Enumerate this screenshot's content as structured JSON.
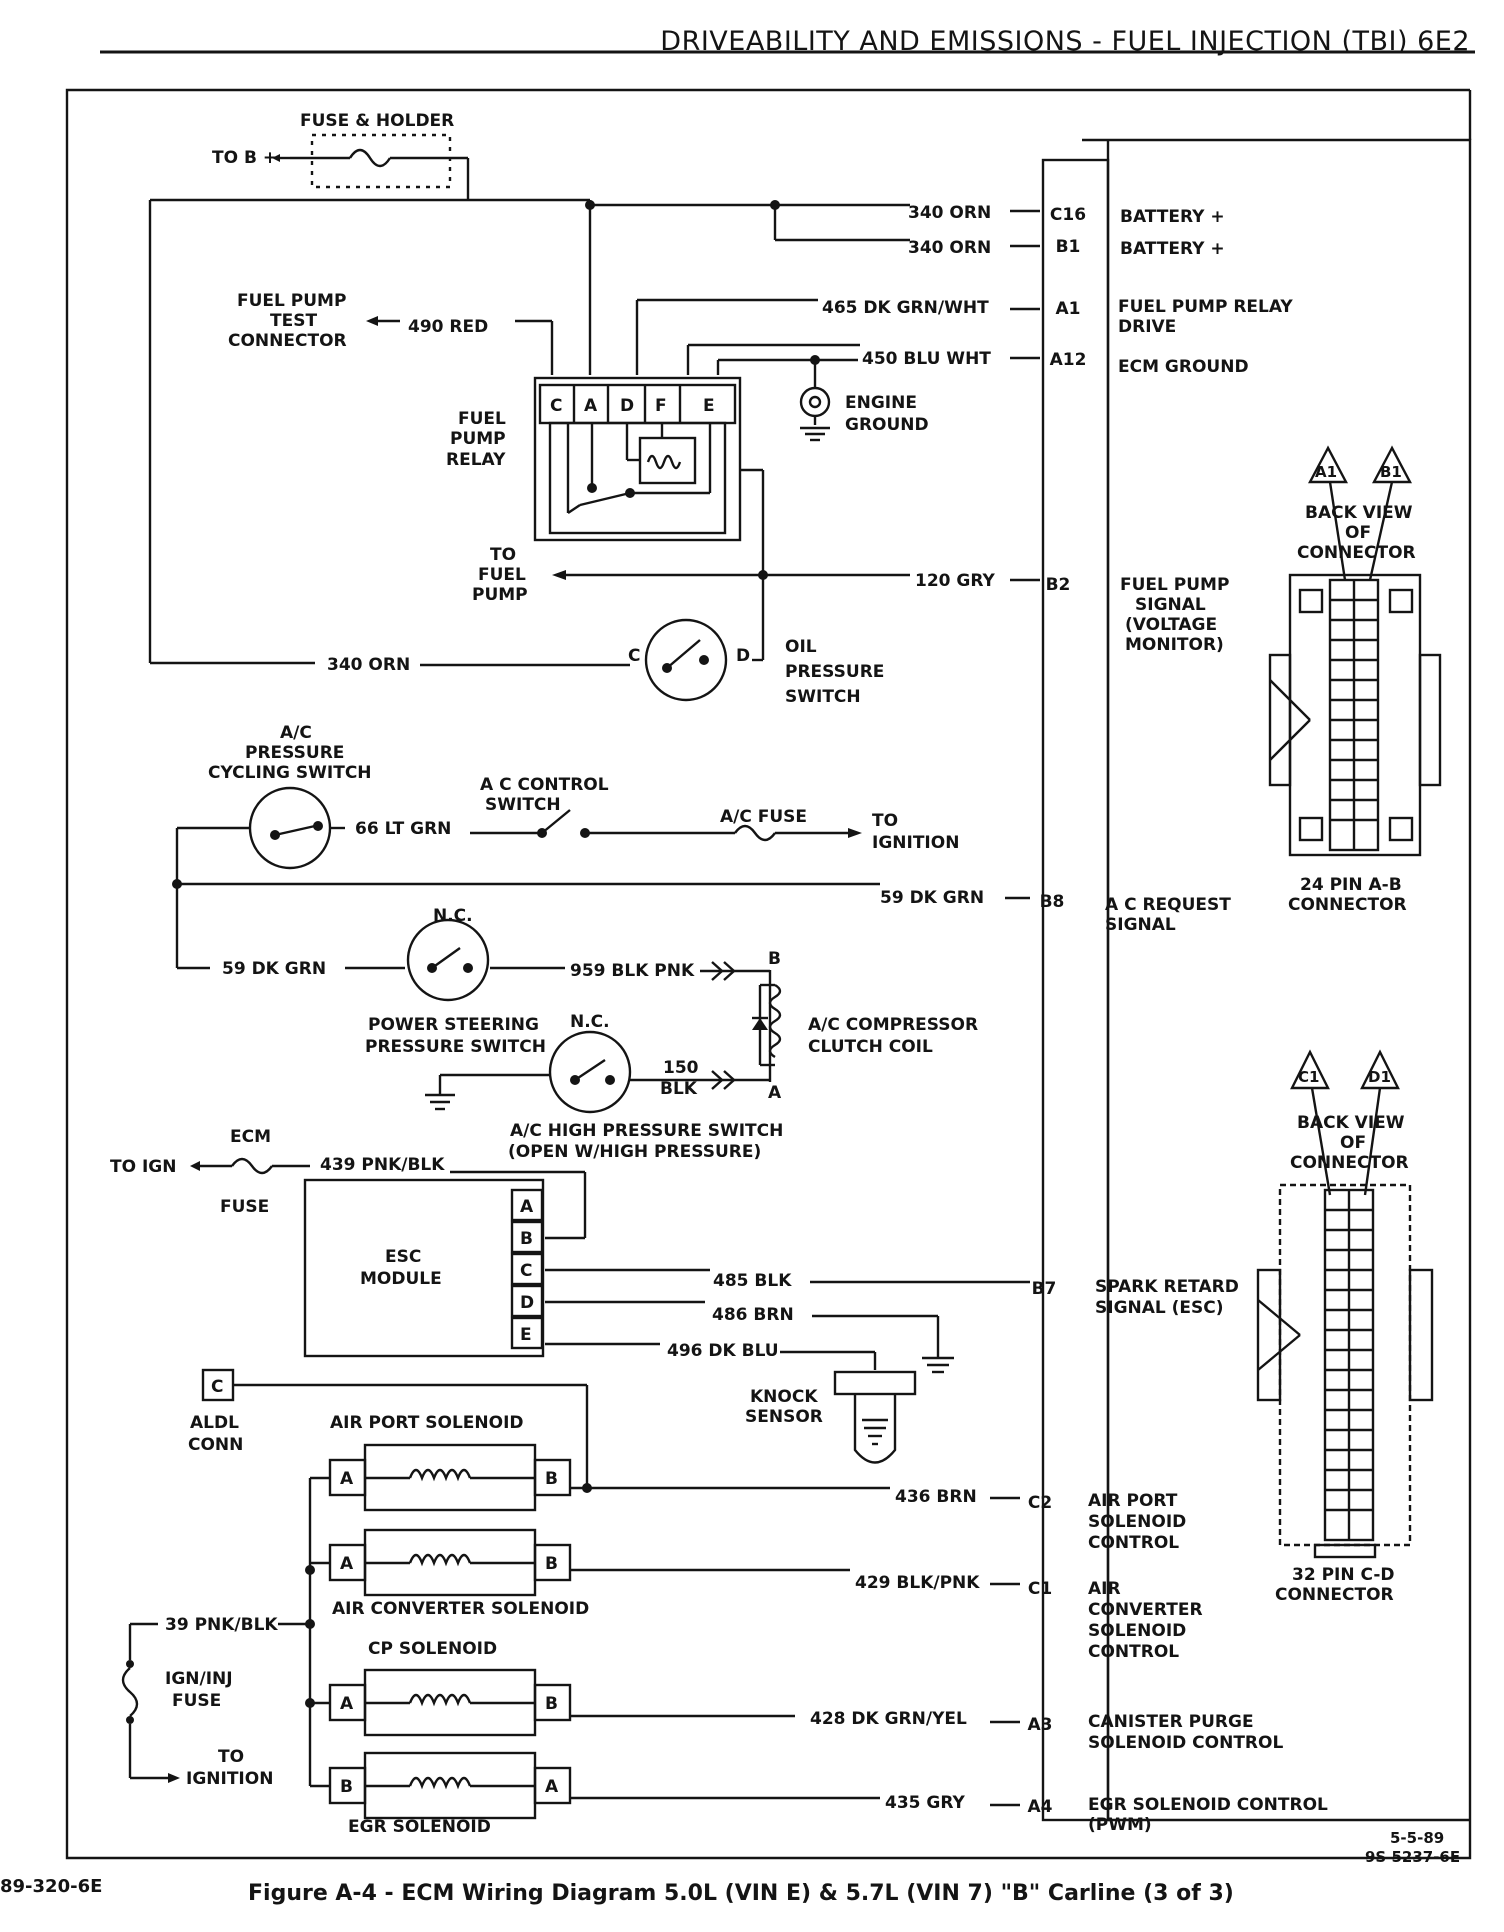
{
  "header": {
    "title": "DRIVEABILITY AND EMISSIONS - FUEL INJECTION (TBI) 6E2"
  },
  "caption": {
    "left": "89-320-6E",
    "title": "Figure A-4 - ECM Wiring Diagram 5.0L (VIN E) & 5.7L (VIN 7) \"B\" Carline (3 of 3)"
  },
  "stamp": {
    "date": "5-5-89",
    "code": "9S 5237-6E"
  },
  "fuse_holder": {
    "title": "FUSE & HOLDER",
    "to_b": "TO B +"
  },
  "wires": {
    "w340a": "340 ORN",
    "w340b": "340 ORN",
    "w465": "465 DK GRN/WHT",
    "w450": "450 BLU WHT",
    "w490": "490 RED",
    "w120": "120 GRY",
    "w340c": "340 ORN",
    "w66": "66 LT GRN",
    "w59a": "59 DK GRN",
    "w59b": "59 DK GRN",
    "w959": "959 BLK PNK",
    "w150a": "150",
    "w150b": "BLK",
    "w439": "439 PNK/BLK",
    "w485": "485 BLK",
    "w486": "486 BRN",
    "w496": "496 DK BLU",
    "w436": "436 BRN",
    "w429": "429 BLK/PNK",
    "w39": "39 PNK/BLK",
    "w428": "428 DK GRN/YEL",
    "w435": "435 GRY"
  },
  "ecm_pins": {
    "c16": "C16",
    "b1": "B1",
    "a1": "A1",
    "a12": "A12",
    "b2": "B2",
    "b8": "B8",
    "b7": "B7",
    "c2": "C2",
    "c1": "C1",
    "a3": "A3",
    "a4": "A4"
  },
  "ecm_signals": {
    "battery1": "BATTERY +",
    "battery2": "BATTERY +",
    "fp_relay": [
      "FUEL PUMP RELAY",
      "DRIVE"
    ],
    "ecm_ground": "ECM GROUND",
    "fp_signal": [
      "FUEL PUMP",
      "SIGNAL",
      "(VOLTAGE",
      "MONITOR)"
    ],
    "ac_request": [
      "A C REQUEST",
      "SIGNAL"
    ],
    "spark_retard": [
      "SPARK RETARD",
      "SIGNAL (ESC)"
    ],
    "air_port": [
      "AIR PORT",
      "SOLENOID",
      "CONTROL"
    ],
    "air_conv": [
      "AIR",
      "CONVERTER",
      "SOLENOID",
      "CONTROL"
    ],
    "canister": [
      "CANISTER PURGE",
      "SOLENOID CONTROL"
    ],
    "egr": [
      "EGR SOLENOID CONTROL",
      "(PWM)"
    ]
  },
  "components": {
    "fp_test": [
      "FUEL PUMP",
      "TEST",
      "CONNECTOR"
    ],
    "fp_relay": [
      "FUEL",
      "PUMP",
      "RELAY"
    ],
    "relay_pins": [
      "C",
      "A",
      "D",
      "F",
      "E"
    ],
    "engine_ground": [
      "ENGINE",
      "GROUND"
    ],
    "to_fuel_pump": [
      "TO",
      "FUEL",
      "PUMP"
    ],
    "oil_switch": [
      "OIL",
      "PRESSURE",
      "SWITCH"
    ],
    "oil_c": "C",
    "oil_d": "D",
    "ac_cycling": [
      "A/C",
      "PRESSURE",
      "CYCLING SWITCH"
    ],
    "ac_control": [
      "A C CONTROL",
      "SWITCH"
    ],
    "ac_fuse": "A/C FUSE",
    "to_ignition1": [
      "TO",
      "IGNITION"
    ],
    "nc1": "N.C.",
    "nc2": "N.C.",
    "ps_switch": [
      "POWER STEERING",
      "PRESSURE SWITCH"
    ],
    "compressor": [
      "A/C COMPRESSOR",
      "CLUTCH COIL"
    ],
    "comp_b": "B",
    "comp_a": "A",
    "ac_high": [
      "A/C HIGH PRESSURE SWITCH",
      "(OPEN W/HIGH PRESSURE)"
    ],
    "ecm_fuse_top": "ECM",
    "ecm_fuse_bot": "FUSE",
    "to_ign": "TO IGN",
    "esc_module": [
      "ESC",
      "MODULE"
    ],
    "esc_pins": [
      "A",
      "B",
      "C",
      "D",
      "E"
    ],
    "knock_sensor": [
      "KNOCK",
      "SENSOR"
    ],
    "aldl_pin": "C",
    "aldl": [
      "ALDL",
      "CONN"
    ],
    "air_port_sol": "AIR PORT SOLENOID",
    "air_conv_sol": "AIR CONVERTER SOLENOID",
    "cp_sol": "CP SOLENOID",
    "egr_sol": "EGR SOLENOID",
    "sol_a": "A",
    "sol_b": "B",
    "ign_inj_fuse": [
      "IGN/INJ",
      "FUSE"
    ],
    "to_ignition2": [
      "TO",
      "IGNITION"
    ]
  },
  "connectors": {
    "top": {
      "tri1": "A1",
      "tri2": "B1",
      "back_view": [
        "BACK VIEW",
        "OF",
        "CONNECTOR"
      ],
      "name": [
        "24 PIN A-B",
        "CONNECTOR"
      ]
    },
    "bottom": {
      "tri1": "C1",
      "tri2": "D1",
      "back_view": [
        "BACK VIEW",
        "OF",
        "CONNECTOR"
      ],
      "name": [
        "32 PIN C-D",
        "CONNECTOR"
      ]
    }
  }
}
